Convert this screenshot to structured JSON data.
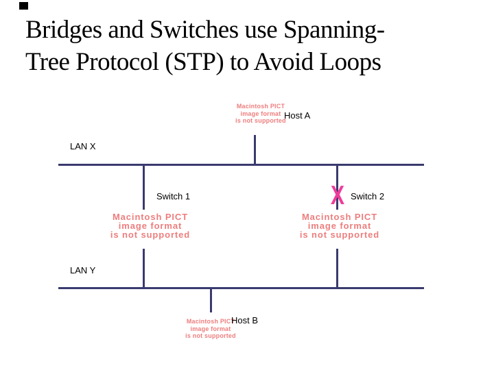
{
  "title": {
    "line1": "Bridges and Switches use Spanning-",
    "line2": "Tree Protocol (STP) to Avoid Loops"
  },
  "placeholder": {
    "line1": "Macintosh PICT",
    "line2": "image format",
    "line3": "is not supported"
  },
  "labels": {
    "host_a": "Host A",
    "host_b": "Host B",
    "lan_x": "LAN X",
    "lan_y": "LAN Y",
    "switch_1": "Switch 1",
    "switch_2": "Switch 2"
  },
  "marks": {
    "blocked_x": "X"
  },
  "colors": {
    "line": "#3a3a6e",
    "pict_text": "#ee7d7d",
    "blocked_x": "#ee3d9b",
    "text": "#000000"
  }
}
